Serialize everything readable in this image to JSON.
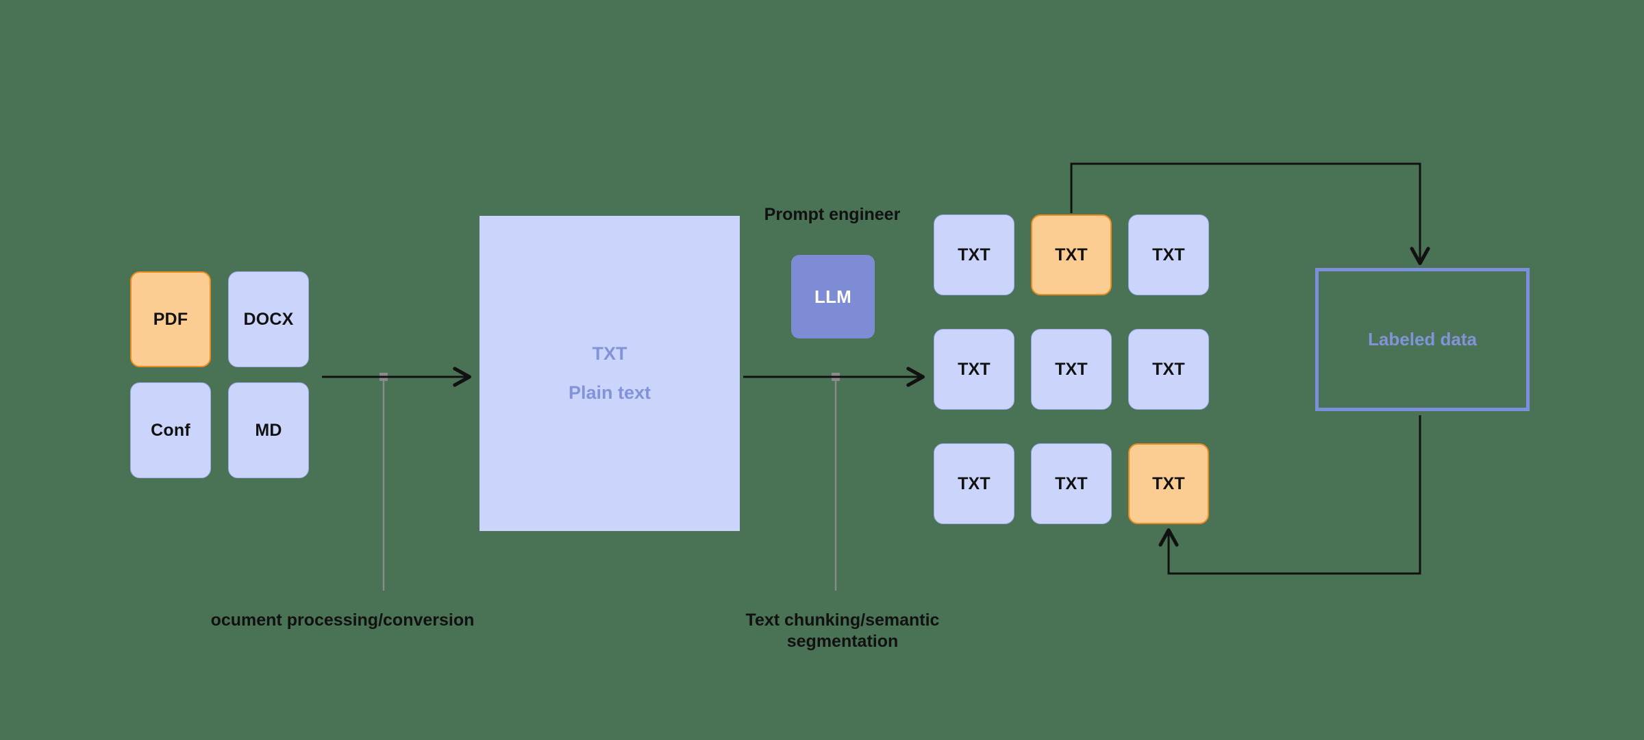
{
  "theme": {
    "background": "#4a7254",
    "card_blue_fill": "#cbd5fb",
    "card_blue_border": "#9aa9e8",
    "card_orange_fill": "#fbcd92",
    "card_orange_border": "#ed8b1e",
    "llm_fill": "#7d8cd4",
    "accent_text_blue": "#8294d8",
    "labeled_border": "#7b8fdc",
    "arrow_color": "#111111",
    "pin_color": "#8b8b8b"
  },
  "sources": {
    "tiles": [
      {
        "label": "PDF",
        "variant": "orange"
      },
      {
        "label": "DOCX",
        "variant": "blue"
      },
      {
        "label": "Conf",
        "variant": "blue"
      },
      {
        "label": "MD",
        "variant": "blue"
      }
    ]
  },
  "plain_text_panel": {
    "title": "TXT",
    "subtitle": "Plain text"
  },
  "llm": {
    "caption": "Prompt engineer",
    "label": "LLM"
  },
  "chunks": {
    "grid": [
      [
        {
          "label": "TXT",
          "variant": "blue"
        },
        {
          "label": "TXT",
          "variant": "orange"
        },
        {
          "label": "TXT",
          "variant": "blue"
        }
      ],
      [
        {
          "label": "TXT",
          "variant": "blue"
        },
        {
          "label": "TXT",
          "variant": "blue"
        },
        {
          "label": "TXT",
          "variant": "blue"
        }
      ],
      [
        {
          "label": "TXT",
          "variant": "blue"
        },
        {
          "label": "TXT",
          "variant": "blue"
        },
        {
          "label": "TXT",
          "variant": "orange"
        }
      ]
    ]
  },
  "labeled_data": {
    "label": "Labeled data"
  },
  "captions": {
    "stage_1": "ocument processing/conversion",
    "stage_2": "Text chunking/semantic\nsegmentation"
  }
}
